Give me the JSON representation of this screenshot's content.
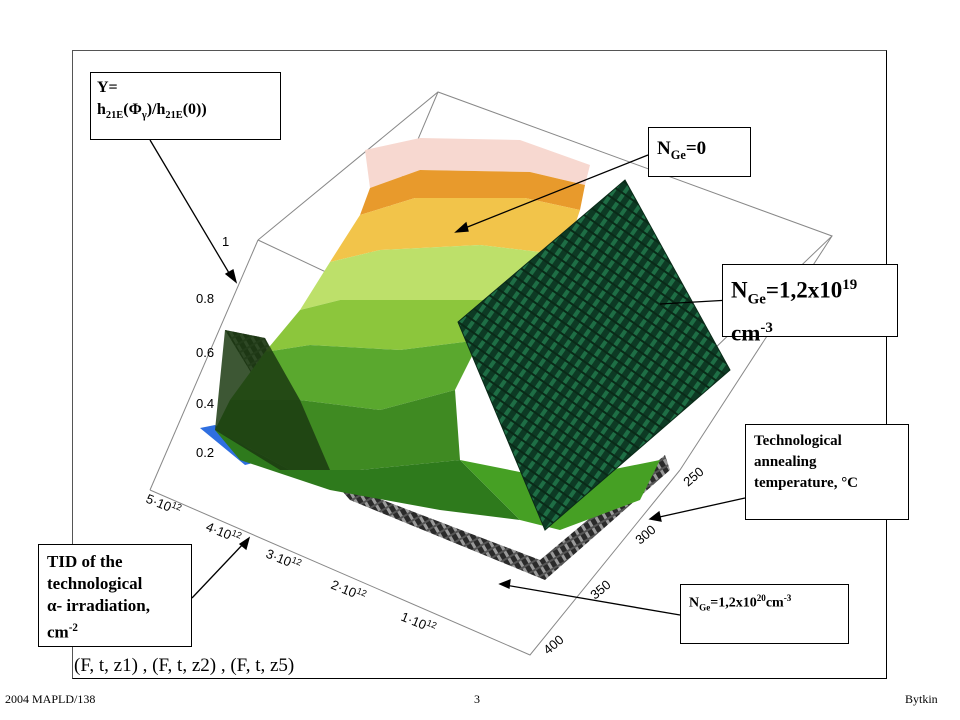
{
  "labels": {
    "y_box_line1": "Y=",
    "y_box_h": "h",
    "y_box_sub1": "21E",
    "y_box_phi": "(Φ",
    "y_box_gamma": "γ",
    "y_box_mid": ")/h",
    "y_box_sub2": "21E",
    "y_box_end": "(0))",
    "nge0_n": "N",
    "nge0_sub": "Ge",
    "nge0_rest": "=0",
    "nge19_n": "N",
    "nge19_sub": "Ge",
    "nge19_main": "=1,2x10",
    "nge19_sup": "19",
    "nge19_unit": "cm",
    "nge19_unit_sup": "-3",
    "anneal": "Technological annealing temperature, °C",
    "nge20_n": "N",
    "nge20_sub": "Ge",
    "nge20_main": "=1,2x10",
    "nge20_sup": "20",
    "nge20_unit": "cm",
    "nge20_unit_sup": "-3",
    "tid_text": "TID of the technological",
    "tid_alpha": "α- irradiation,",
    "tid_unit": "cm",
    "tid_unit_sup": "-2"
  },
  "formula": "(F, t, z1) , (F, t, z2) , (F, t, z5)",
  "footer": {
    "left": "2004 MAPLD/138",
    "center": "3",
    "right": "Bytkin"
  },
  "axes": {
    "z_ticks": [
      "1",
      "0.8",
      "0.6",
      "0.4",
      "0.2"
    ],
    "f_ticks": [
      "5·10",
      "4·10",
      "3·10",
      "2·10",
      "1·10"
    ],
    "f_exp": "12",
    "t_ticks": [
      "250",
      "300",
      "350",
      "400"
    ]
  }
}
